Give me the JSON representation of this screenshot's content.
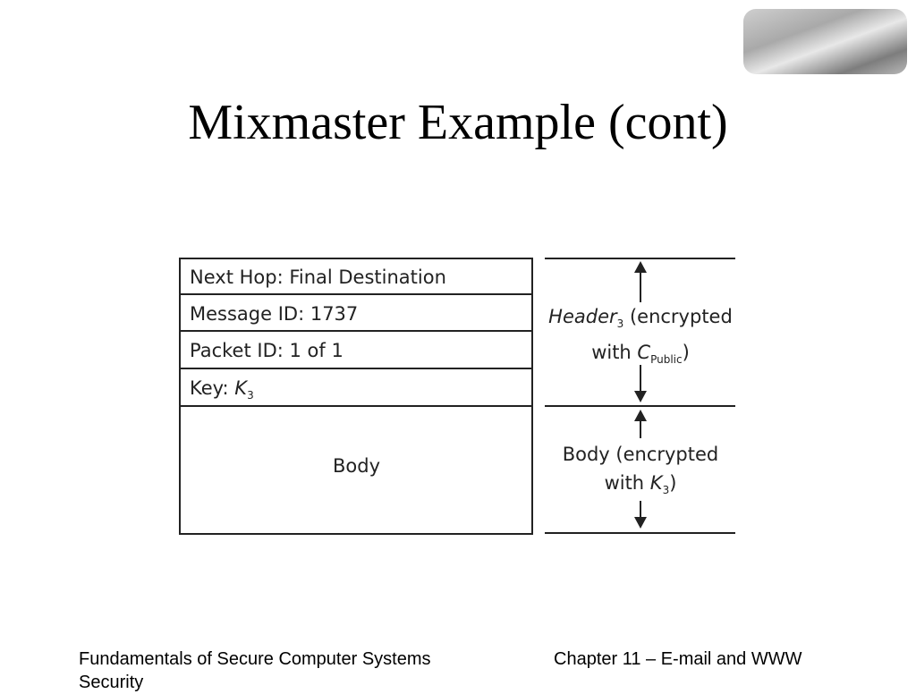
{
  "slide": {
    "title": "Mixmaster Example (cont)"
  },
  "diagram": {
    "rows": [
      {
        "label": "Next Hop: Final Destination"
      },
      {
        "label": "Message ID: 1737"
      },
      {
        "label": "Packet ID: 1 of 1"
      },
      {
        "prefix": "Key: ",
        "var": "K",
        "sub": "3"
      },
      {
        "label": "Body"
      }
    ],
    "header_annotation": {
      "var": "Header",
      "sub": "3",
      "rest": " (encrypted",
      "line2_prefix": "with ",
      "line2_var": "C",
      "line2_sub": "Public",
      "line2_suffix": ")"
    },
    "body_annotation": {
      "line1": "Body (encrypted",
      "line2_prefix": "with ",
      "line2_var": "K",
      "line2_sub": "3",
      "line2_suffix": ")"
    }
  },
  "footer": {
    "left": "Fundamentals of Secure Computer Systems Security",
    "right": "Chapter 11 – E-mail and WWW"
  }
}
